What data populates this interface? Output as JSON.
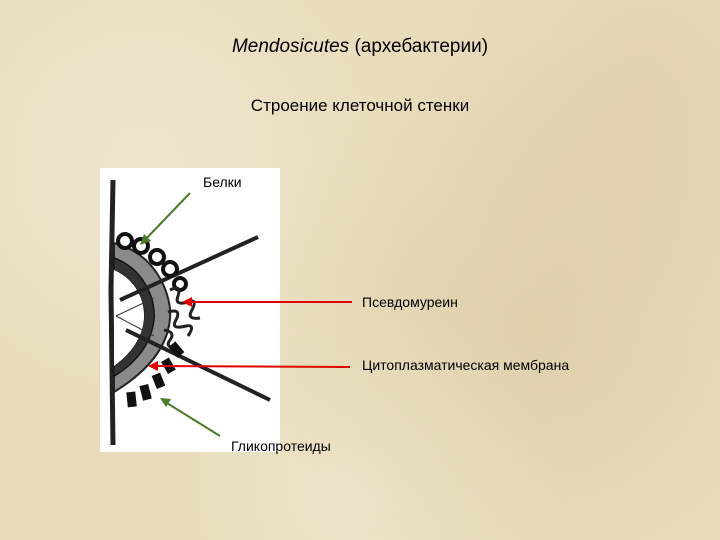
{
  "title": {
    "latin": "Mendosicutes",
    "rest": " (архебактерии)"
  },
  "subtitle": "Строение клеточной стенки",
  "labels": {
    "proteins": "Белки",
    "pseudomurein": "Псевдомуреин",
    "membrane": "Цитоплазматическая мембрана",
    "glycoproteins": "Гликопротеиды"
  },
  "colors": {
    "background": "#e9dcbc",
    "green_arrow": "#4a7a2a",
    "red_arrow": "#e00000"
  }
}
